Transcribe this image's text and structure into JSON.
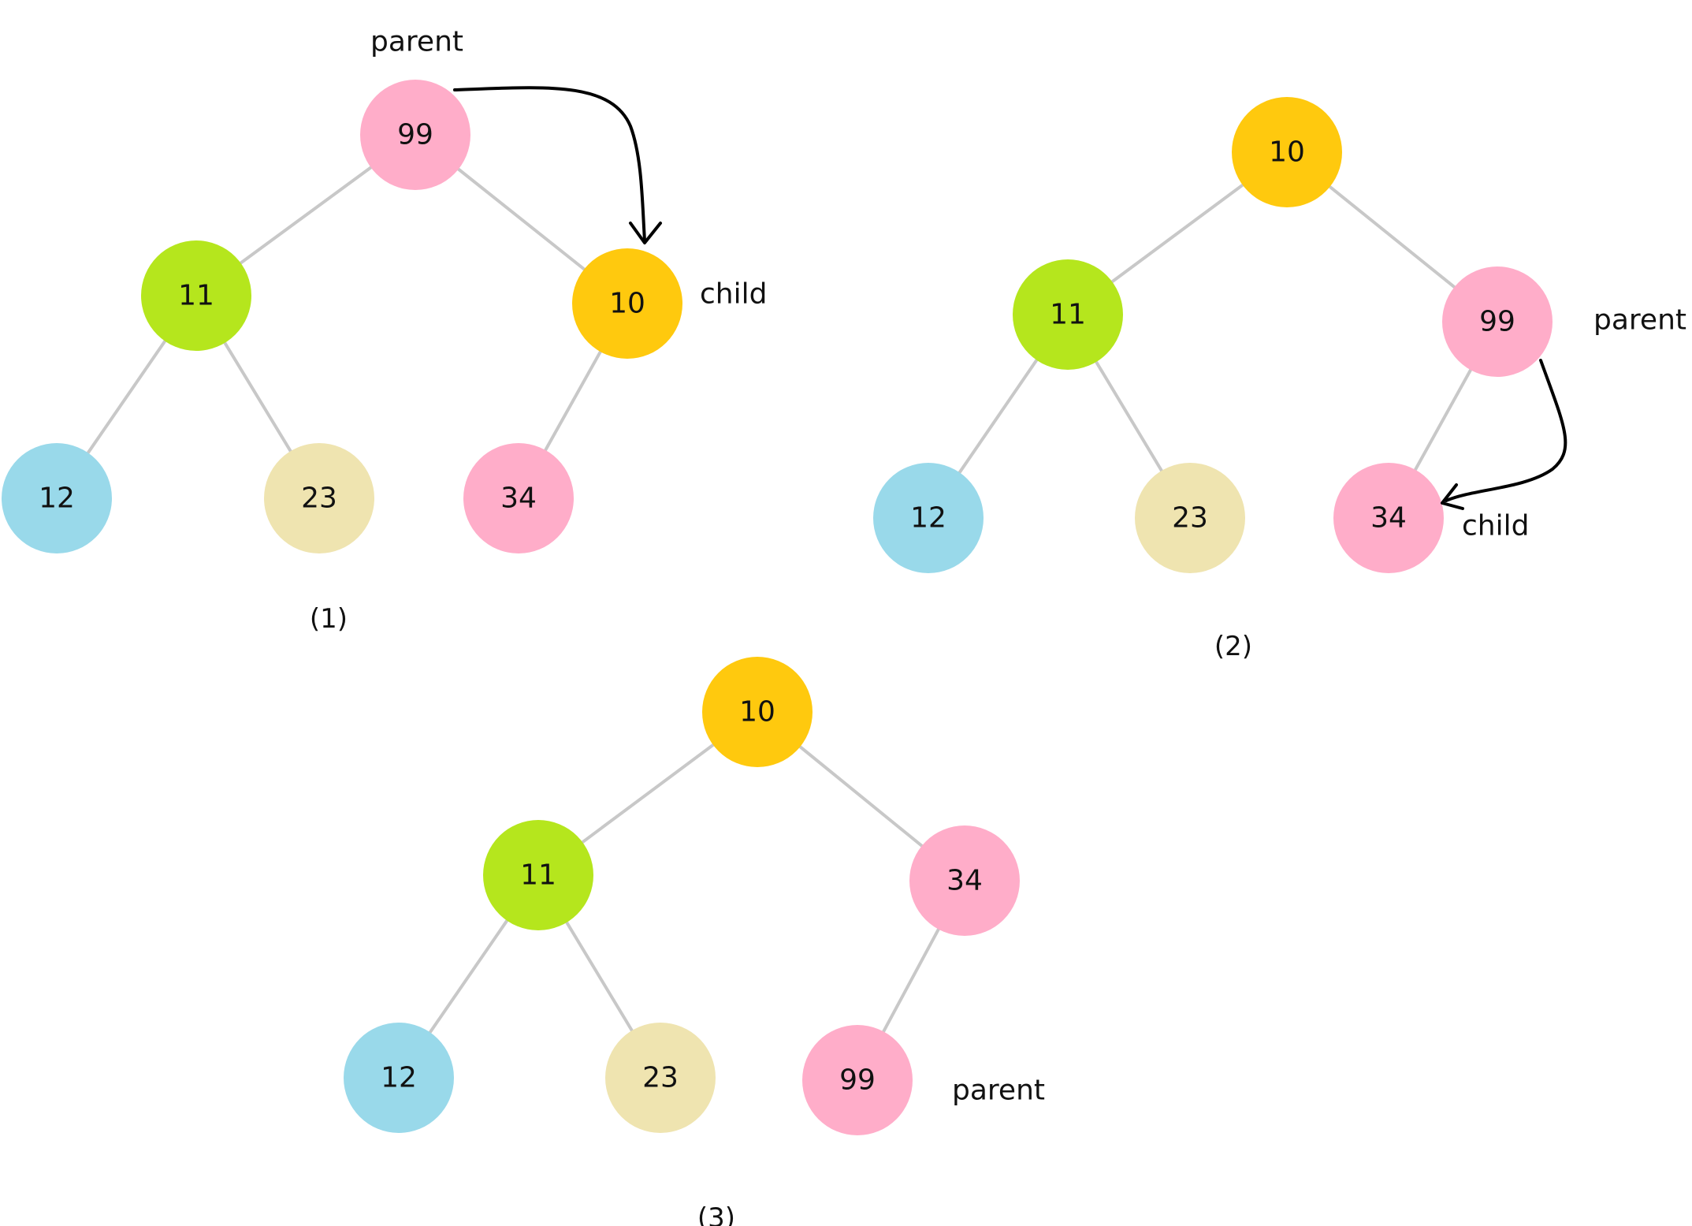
{
  "colors": {
    "pink": "#ffadc9",
    "orange": "#ffc90e",
    "green": "#b5e61d",
    "blue": "#99d9ea",
    "beige": "#efe4b0",
    "edge": "#c8c8c8"
  },
  "diagrams": [
    {
      "caption": "(1)",
      "nodes": [
        {
          "value": "99",
          "color": "pink"
        },
        {
          "value": "11",
          "color": "green"
        },
        {
          "value": "10",
          "color": "orange"
        },
        {
          "value": "12",
          "color": "blue"
        },
        {
          "value": "23",
          "color": "beige"
        },
        {
          "value": "34",
          "color": "pink"
        }
      ],
      "annotations": {
        "parent": "parent",
        "child": "child"
      }
    },
    {
      "caption": "(2)",
      "nodes": [
        {
          "value": "10",
          "color": "orange"
        },
        {
          "value": "11",
          "color": "green"
        },
        {
          "value": "99",
          "color": "pink"
        },
        {
          "value": "12",
          "color": "blue"
        },
        {
          "value": "23",
          "color": "beige"
        },
        {
          "value": "34",
          "color": "pink"
        }
      ],
      "annotations": {
        "parent": "parent",
        "child": "child"
      }
    },
    {
      "caption": "(3)",
      "nodes": [
        {
          "value": "10",
          "color": "orange"
        },
        {
          "value": "11",
          "color": "green"
        },
        {
          "value": "34",
          "color": "pink"
        },
        {
          "value": "12",
          "color": "blue"
        },
        {
          "value": "23",
          "color": "beige"
        },
        {
          "value": "99",
          "color": "pink"
        }
      ],
      "annotations": {
        "parent": "parent"
      }
    }
  ]
}
